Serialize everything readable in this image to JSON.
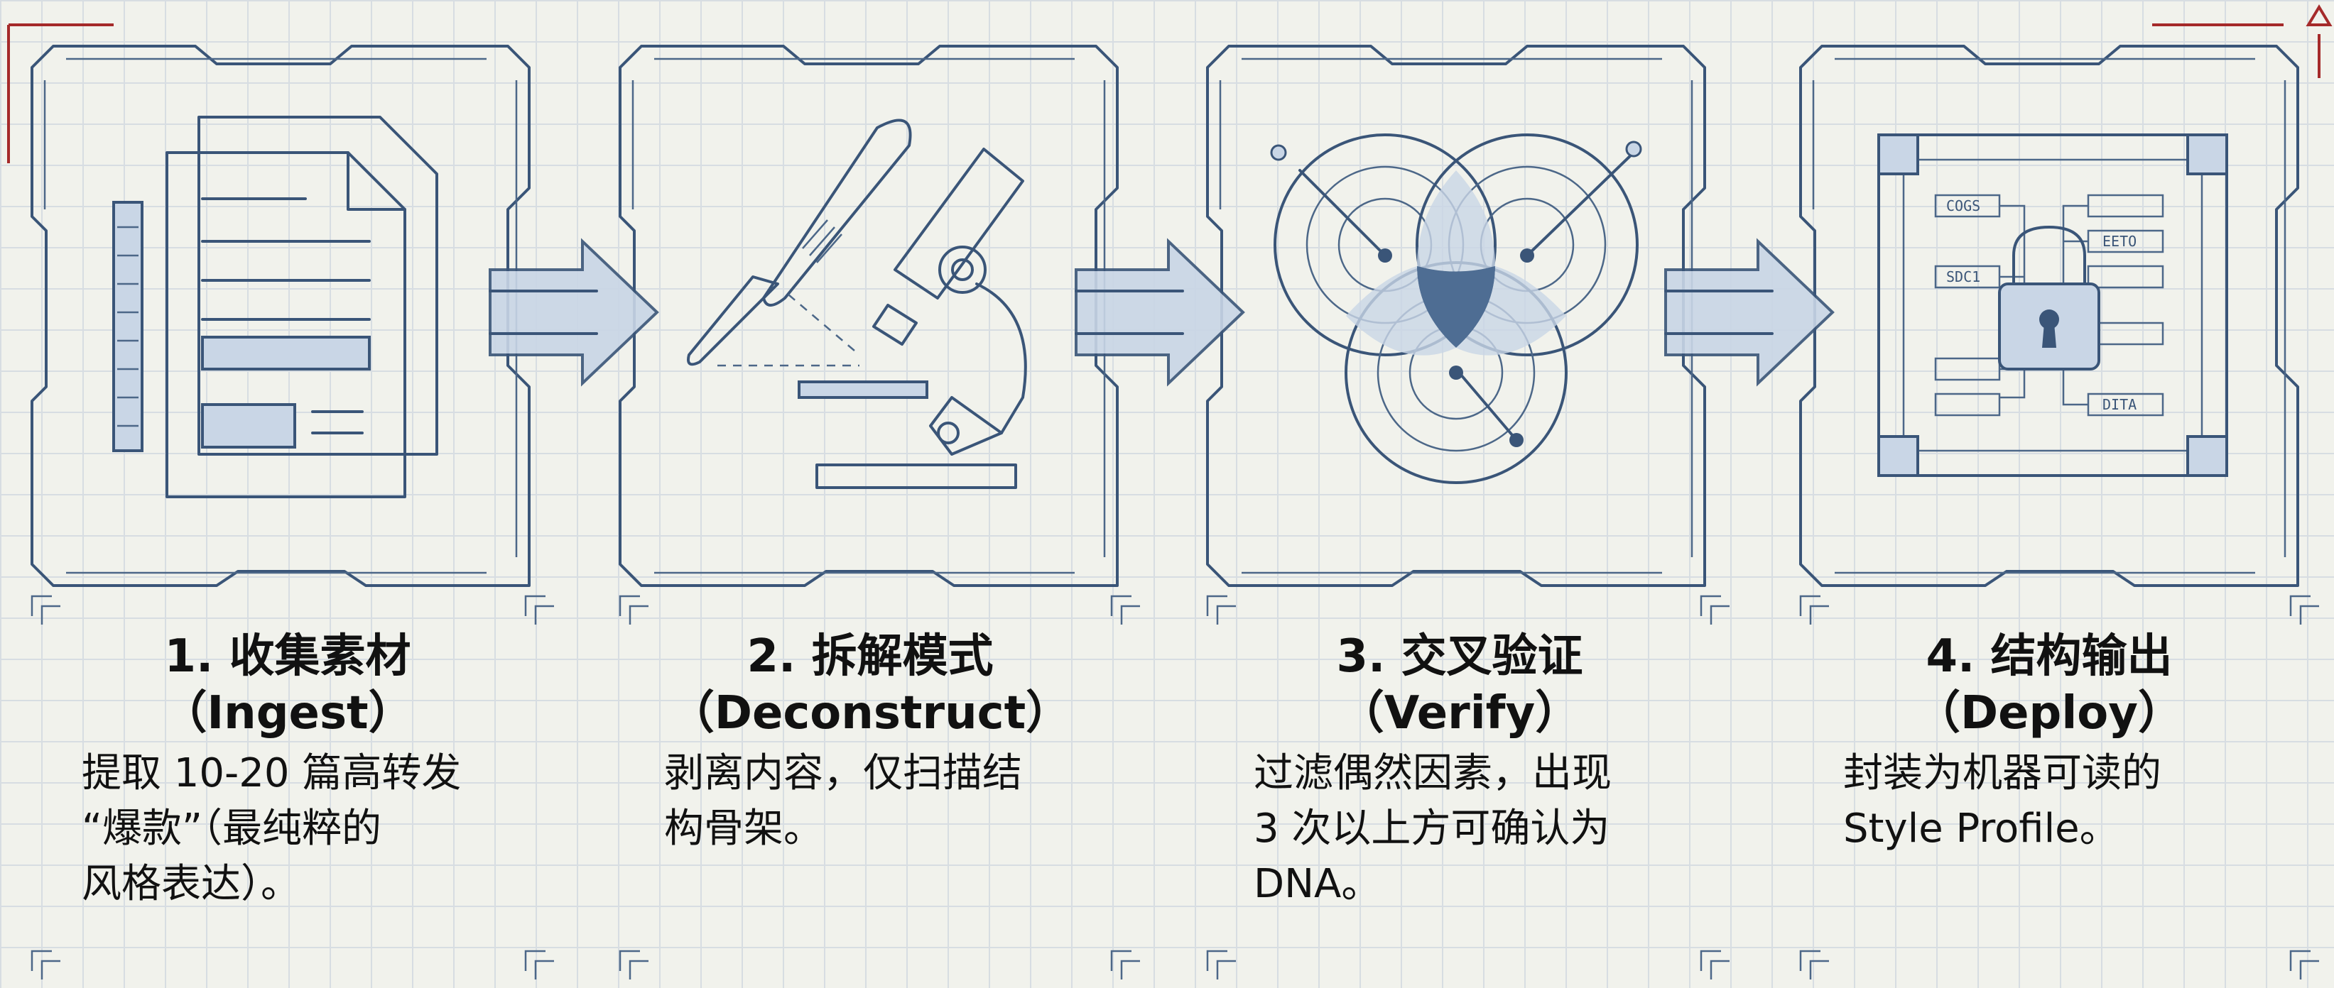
{
  "steps": [
    {
      "title": "1. 收集素材",
      "subtitle": "（Ingest）",
      "desc": [
        "提取 10-20 篇高转发",
        "“爆款”（最纯粹的",
        "风格表达）。"
      ],
      "icon": "documents-icon"
    },
    {
      "title": "2. 拆解模式",
      "subtitle": "（Deconstruct）",
      "desc": [
        "剥离内容，仅扫描结",
        "构骨架。"
      ],
      "icon": "scalpel-microscope-icon"
    },
    {
      "title": "3. 交叉验证",
      "subtitle": "（Verify）",
      "desc": [
        "过滤偶然因素，出现",
        "3 次以上方可确认为",
        "DNA。"
      ],
      "icon": "venn-diagram-icon"
    },
    {
      "title": "4. 结构输出",
      "subtitle": "（Deploy）",
      "desc": [
        "封装为机器可读的",
        "Style Profile。"
      ],
      "icon": "locked-schema-icon"
    }
  ],
  "schema_labels": [
    "COGS",
    "EETO",
    "SDC1",
    "DITA"
  ],
  "colors": {
    "line": "#3a5578",
    "fill": "#c9d6e6",
    "accent": "#a52a2a",
    "background": "#f1f2ec"
  }
}
